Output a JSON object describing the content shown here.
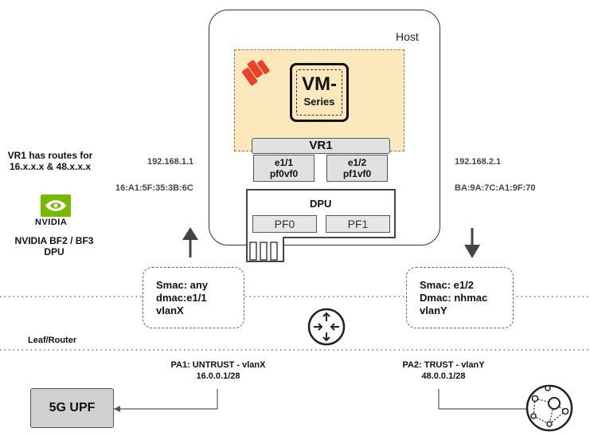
{
  "host": {
    "label": "Host"
  },
  "vm": {
    "title": "VM-",
    "subtitle": "Series"
  },
  "vr1": {
    "label": "VR1",
    "ports": [
      {
        "name": "e1/1",
        "iface": "pf0vf0"
      },
      {
        "name": "e1/2",
        "iface": "pf1vf0"
      }
    ]
  },
  "dpu": {
    "label": "DPU",
    "pfs": [
      "PF0",
      "PF1"
    ]
  },
  "left_side": {
    "ip": "192.168.1.1",
    "mac": "16:A1:5F:35:3B:6C",
    "routes_line1": "VR1 has routes for",
    "routes_line2": "16.x.x.x & 48.x.x.x",
    "vendor_logo": "NVIDIA",
    "dpu_line1": "NVIDIA BF2 / BF3",
    "dpu_line2": "DPU"
  },
  "right_side": {
    "ip": "192.168.2.1",
    "mac": "BA:9A:7C:A1:9F:70"
  },
  "left_packet": {
    "line1": "Smac: any",
    "line2": "dmac:e1/1",
    "line3": "vlanX"
  },
  "right_packet": {
    "line1": "Smac: e1/2",
    "line2": "Dmac: nhmac",
    "line3": "vlanY"
  },
  "leaf_router": "Leaf/Router",
  "pa1": {
    "line1": "PA1: UNTRUST - vlanX",
    "line2": "16.0.0.1/28"
  },
  "pa2": {
    "line1": "PA2: TRUST - vlanY",
    "line2": "48.0.0.1/28"
  },
  "upf": {
    "label": "5G UPF"
  },
  "icons": {
    "palo_alto": "palo-alto-logo-icon",
    "nvidia": "nvidia-eye-icon",
    "router": "router-icon",
    "network": "network-globe-icon"
  },
  "colors": {
    "vm_area": "#fbe8bd",
    "palo_alto": "#e8412c",
    "nvidia": "#76b900",
    "port": "#e1e1e1"
  }
}
